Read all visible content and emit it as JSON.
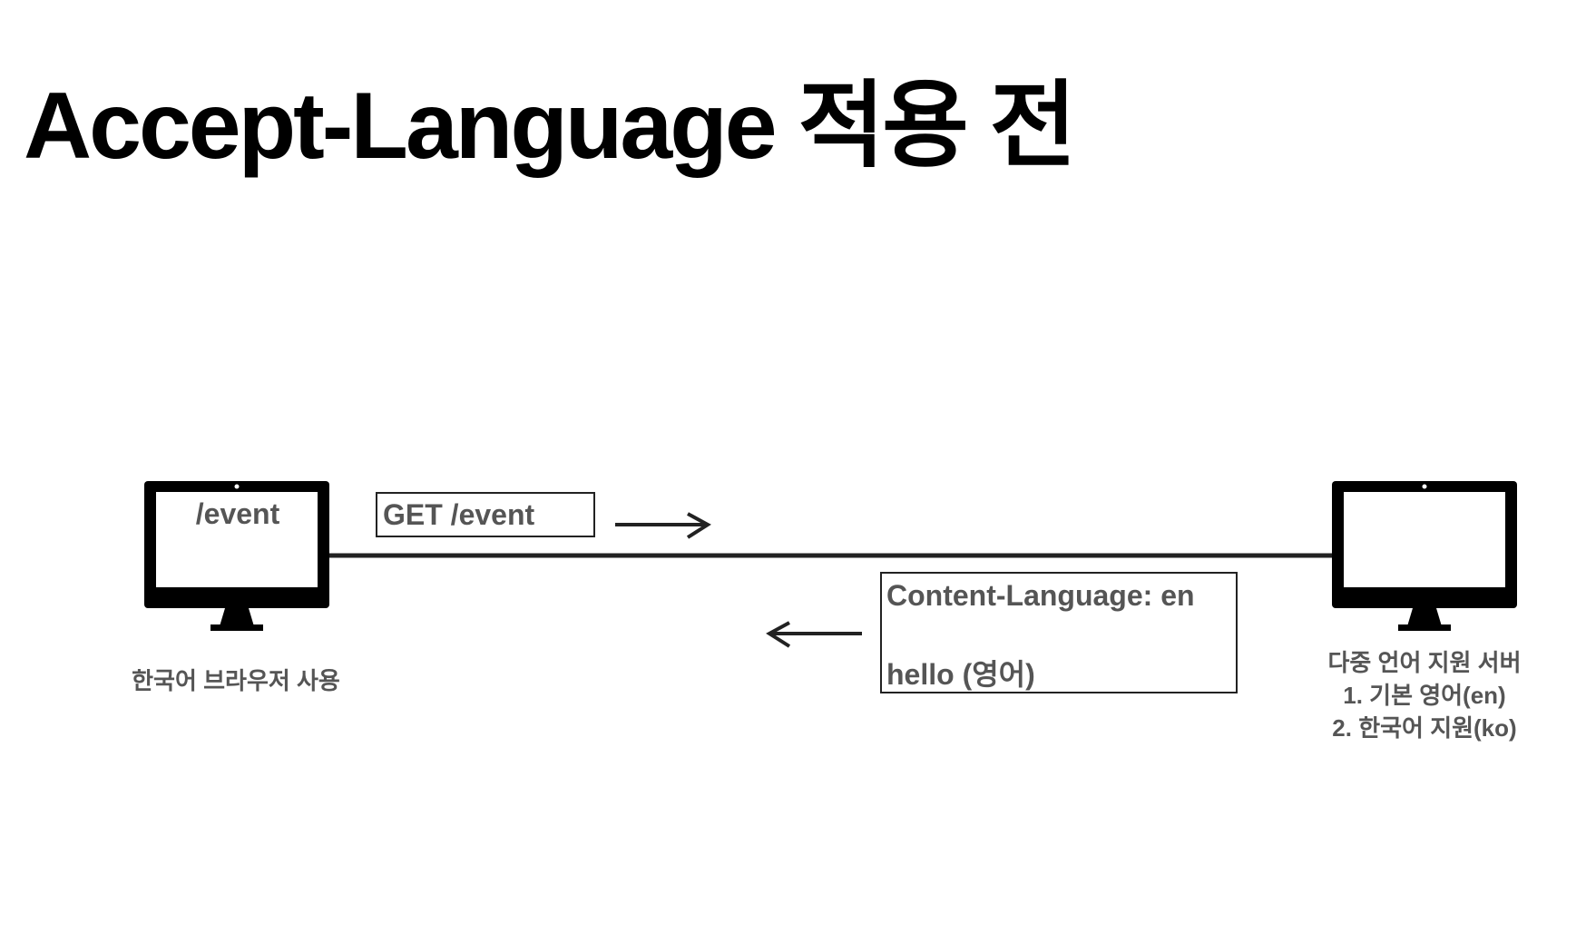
{
  "title": "Accept-Language 적용 전",
  "client": {
    "screen_text": "/event",
    "caption": "한국어 브라우저 사용"
  },
  "server": {
    "caption_lines": [
      "다중 언어 지원 서버",
      "1. 기본 영어(en)",
      "2. 한국어 지원(ko)"
    ]
  },
  "request": {
    "label": "GET /event"
  },
  "response": {
    "header": "Content-Language: en",
    "body": "hello (영어)"
  },
  "colors": {
    "line": "#222222",
    "text_muted": "#555555",
    "monitor": "#000000"
  },
  "icons": [
    "client-monitor-icon",
    "server-monitor-icon",
    "request-arrow-icon",
    "response-arrow-icon"
  ]
}
